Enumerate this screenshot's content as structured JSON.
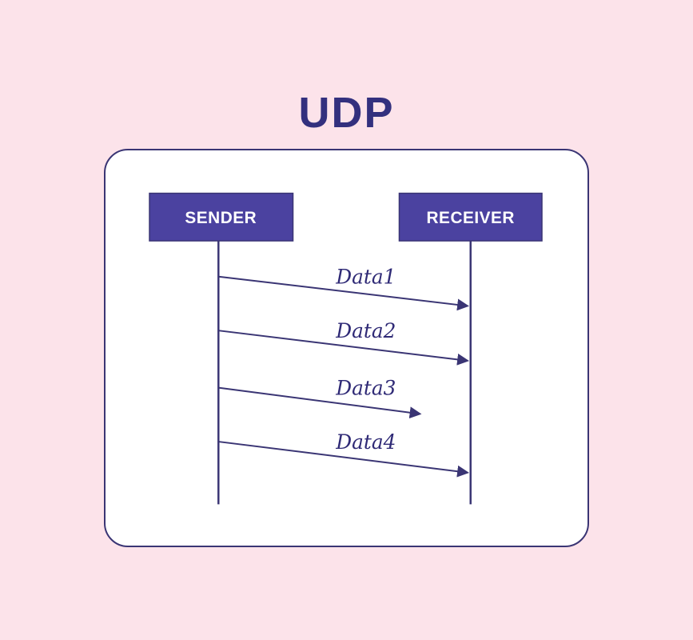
{
  "title": "UDP",
  "diagram": {
    "sender_label": "SENDER",
    "receiver_label": "RECEIVER",
    "messages": [
      {
        "label": "Data1",
        "delivered": true
      },
      {
        "label": "Data2",
        "delivered": true
      },
      {
        "label": "Data3",
        "delivered": false
      },
      {
        "label": "Data4",
        "delivered": true
      }
    ]
  },
  "colors": {
    "background": "#fce3ea",
    "panel_background": "#ffffff",
    "box_fill": "#4b42a0",
    "line": "#3a3574",
    "title_text": "#33307e",
    "box_text": "#ffffff"
  }
}
